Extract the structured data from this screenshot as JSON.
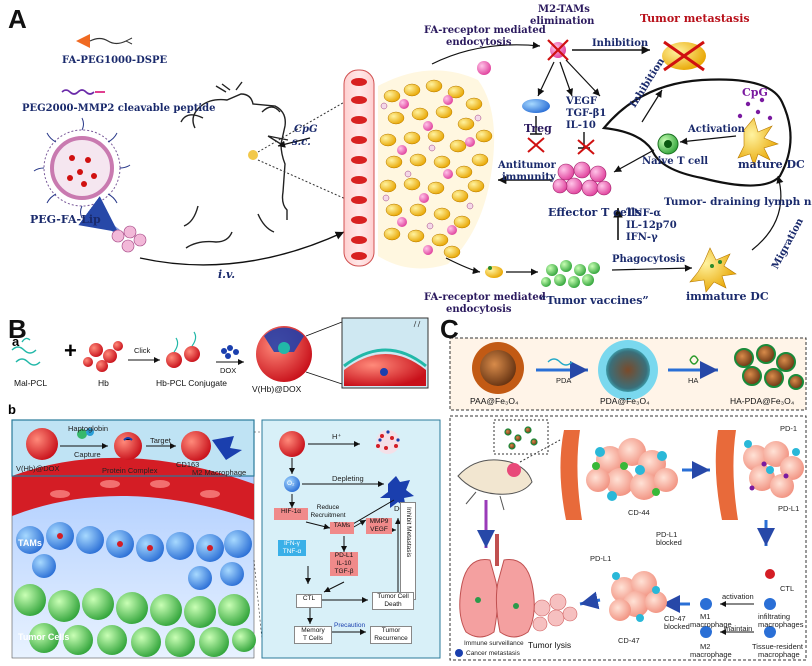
{
  "panels": {
    "a": "A",
    "b": "B",
    "c": "C",
    "b_sub_a": "a",
    "b_sub_b": "b"
  },
  "panelA": {
    "fa_peg_dspe": "FA-PEG1000-DSPE",
    "peg_mmp2": "PEG2000-MMP2 cleavable peptide",
    "peg_fa_lip": "PEG-FA-Lip",
    "iv": "i.v.",
    "cpg_sc_1": "CpG",
    "cpg_sc_2": "s.c.",
    "fa_endo_top_1": "FA-receptor mediated",
    "fa_endo_top_2": "endocytosis",
    "m2_tams_1": "M2-TAMs",
    "m2_tams_2": "elimination",
    "tumor_metastasis": "Tumor metastasis",
    "inhibition_1": "Inhibition",
    "inhibition_2": "Inhibition",
    "treg": "Treg",
    "vegf": "VEGF",
    "tgfb1": "TGF-β1",
    "il10": "IL-10",
    "cpg": "CpG",
    "activation": "Activation",
    "naive_t": "Naive T cell",
    "mature_dc": "mature DC",
    "antitumor_1": "Antitumor",
    "antitumor_2": "immunity",
    "effector_t": "Effector T cells",
    "tnfa": "TNF-α",
    "il12": "IL-12p70",
    "ifng": "IFN-γ",
    "tdln": "Tumor- draining lymph node",
    "migration": "Migration",
    "phagocytosis": "Phagocytosis",
    "immature_dc": "immature DC",
    "fa_endo_bot_1": "FA-receptor mediated",
    "fa_endo_bot_2": "endocytosis",
    "tumor_vaccines": "“Tumor vaccines”"
  },
  "panelB": {
    "mal_pcl": "Mal-PCL",
    "plus": "+",
    "hb": "Hb",
    "click": "Click",
    "hb_pcl": "Hb-PCL Conjugate",
    "dox": "DOX",
    "vhb_dox": "V(Hb)@DOX",
    "haptoglobin": "Haptoglobin",
    "capture": "Capture",
    "target": "Target",
    "cd163": "CD163",
    "vhb_dox_small": "V(Hb)@DOX",
    "protein_complex": "Protein Complex",
    "m2_macrophage": "M2 Macrophage",
    "tams": "TAMs",
    "tumor_cells": "Tumor Cells",
    "h_plus": "H⁺",
    "o2": "O₂",
    "depleting": "Depleting",
    "dox_2": "DOX",
    "hif": "HIF-1α",
    "reduce_1": "Reduce",
    "reduce_2": "Recruitment",
    "tams_box": "TAMs",
    "mmp9_1": "MMP9",
    "mmp9_2": "VEGF",
    "inhibit_meta": "Inhibit Metastasis",
    "ifn_1": "IFN-γ",
    "ifn_2": "TNF-α",
    "pdl1_1": "PD-L1",
    "pdl1_2": "IL-10",
    "pdl1_3": "TGF-β",
    "ctl": "CTL",
    "tcd_1": "Tumor Cell",
    "tcd_2": "Death",
    "mem_1": "Memory",
    "mem_2": "T Cells",
    "precaution": "Precaution",
    "rec_1": "Tumor",
    "rec_2": "Recurrence"
  },
  "panelC": {
    "paa": "PAA@Fe₃O₄",
    "pda_step": "PDA",
    "pda": "PDA@Fe₃O₄",
    "ha_step": "HA",
    "ha_pda": "HA-PDA@Fe₃O₄",
    "cd44": "CD-44",
    "pd1": "PD-1",
    "pdl1_right": "PD-L1",
    "ctl": "CTL",
    "activation": "activation",
    "m1": "M1",
    "macrophage_1": "macrophage",
    "infiltrating_1": "infiltrating",
    "infiltrating_2": "macrophages",
    "maintain": "maintain",
    "m2": "M2",
    "macrophage_2": "macrophage",
    "tissue_1": "Tissue-resident",
    "tissue_2": "macrophage",
    "pdl1_blocked_1": "PD-L1",
    "pdl1_blocked_2": "blocked",
    "pdl1_left": "PD-L1",
    "cd47_blocked_1": "CD-47",
    "cd47_blocked_2": "blocked",
    "cd47": "CD-47",
    "tumor_lysis": "Tumor lysis",
    "immune_surveillance": "Immune surveillance",
    "cancer_metastasis": "Cancer metastasis"
  }
}
